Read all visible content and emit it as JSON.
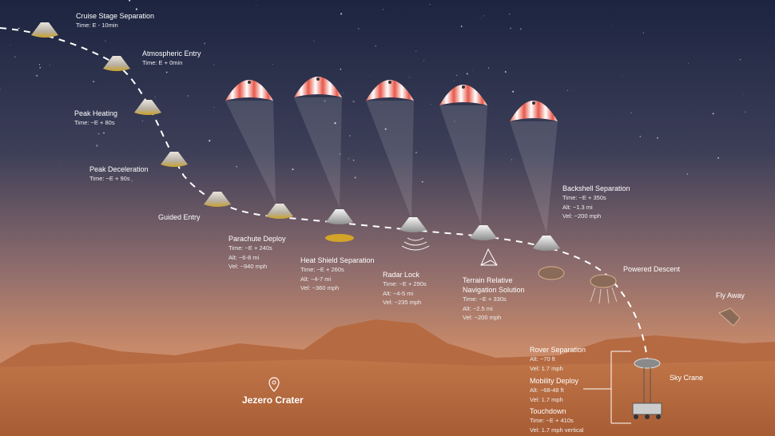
{
  "colors": {
    "sky_top": "#1c2440",
    "sky_mid": "#5e5a6e",
    "horizon": "#c88a6a",
    "ground": "#b86a3e",
    "text": "#ffffff"
  },
  "stages": [
    {
      "title": "Cruise Stage Separation",
      "details": [
        "Time: E - 10min"
      ]
    },
    {
      "title": "Atmospheric Entry",
      "details": [
        "Time: E + 0min"
      ]
    },
    {
      "title": "Peak Heating",
      "details": [
        "Time: ~E + 80s"
      ]
    },
    {
      "title": "Peak Deceleration",
      "details": [
        "Time: ~E + 90s"
      ]
    },
    {
      "title": "Guided Entry",
      "details": []
    },
    {
      "title": "Parachute Deploy",
      "details": [
        "Time: ~E + 240s",
        "Alt: ~6-8 mi",
        "Vel: ~940 mph"
      ]
    },
    {
      "title": "Heat Shield Separation",
      "details": [
        "Time: ~E + 260s",
        "Alt: ~4-7 mi",
        "Vel: ~360 mph"
      ]
    },
    {
      "title": "Radar Lock",
      "details": [
        "Time: ~E + 290s",
        "Alt: ~4-5 mi",
        "Vel: ~235 mph"
      ]
    },
    {
      "title": "Terrain Relative",
      "title2": "Navigation Solution",
      "details": [
        "Time: ~E + 330s",
        "Alt: ~2.5 mi",
        "Vel: ~200 mph"
      ]
    },
    {
      "title": "Backshell Separation",
      "details": [
        "Time: ~E + 350s",
        "Alt: ~1.3 mi",
        "Vel: ~200 mph"
      ]
    },
    {
      "title": "Powered Descent",
      "details": []
    },
    {
      "title": "Fly Away",
      "details": []
    },
    {
      "title": "Rover Separation",
      "details": [
        "Alt: ~70 ft",
        "Vel: 1.7 mph"
      ]
    },
    {
      "title": "Mobility Deploy",
      "details": [
        "Alt: ~68-48 ft",
        "Vel: 1.7 mph"
      ]
    },
    {
      "title": "Touchdown",
      "details": [
        "Time: ~E + 410s",
        "Vel: 1.7 mph vertical"
      ]
    },
    {
      "title": "Sky Crane",
      "details": []
    }
  ],
  "location": {
    "name": "Jezero Crater",
    "icon": "map-pin-icon"
  }
}
